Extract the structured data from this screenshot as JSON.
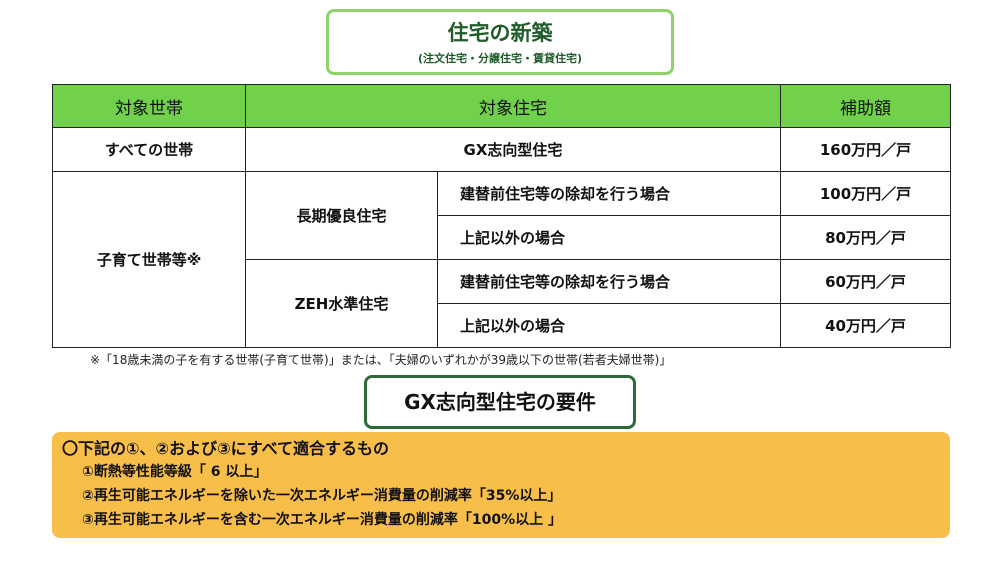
{
  "title": {
    "main": "住宅の新築",
    "sub": "(注文住宅・分譲住宅・賃貸住宅)"
  },
  "table": {
    "headers": [
      "対象世帯",
      "対象住宅",
      "補助額"
    ],
    "row_all": {
      "household": "すべての世帯",
      "housing": "GX志向型住宅",
      "amount": "160万円／戸"
    },
    "child_household": "子育て世帯等※",
    "groups": [
      {
        "type": "長期優良住宅",
        "rows": [
          {
            "condition": "建替前住宅等の除却を行う場合",
            "amount": "100万円／戸"
          },
          {
            "condition": "上記以外の場合",
            "amount": "80万円／戸"
          }
        ]
      },
      {
        "type": "ZEH水準住宅",
        "rows": [
          {
            "condition": "建替前住宅等の除却を行う場合",
            "amount": "60万円／戸"
          },
          {
            "condition": "上記以外の場合",
            "amount": "40万円／戸"
          }
        ]
      }
    ]
  },
  "note": "※「18歳未満の子を有する世帯(子育て世帯)」または、「夫婦のいずれかが39歳以下の世帯(若者夫婦世帯)」",
  "requirements": {
    "title": "GX志向型住宅の要件",
    "head": "〇下記の①、②および③にすべて適合するもの",
    "items": [
      "①断熱等性能等級「 6 以上」",
      "②再生可能エネルギーを除いた一次エネルギー消費量の削減率「35%以上」",
      "③再生可能エネルギーを含む一次エネルギー消費量の削減率「100%以上 」"
    ]
  }
}
